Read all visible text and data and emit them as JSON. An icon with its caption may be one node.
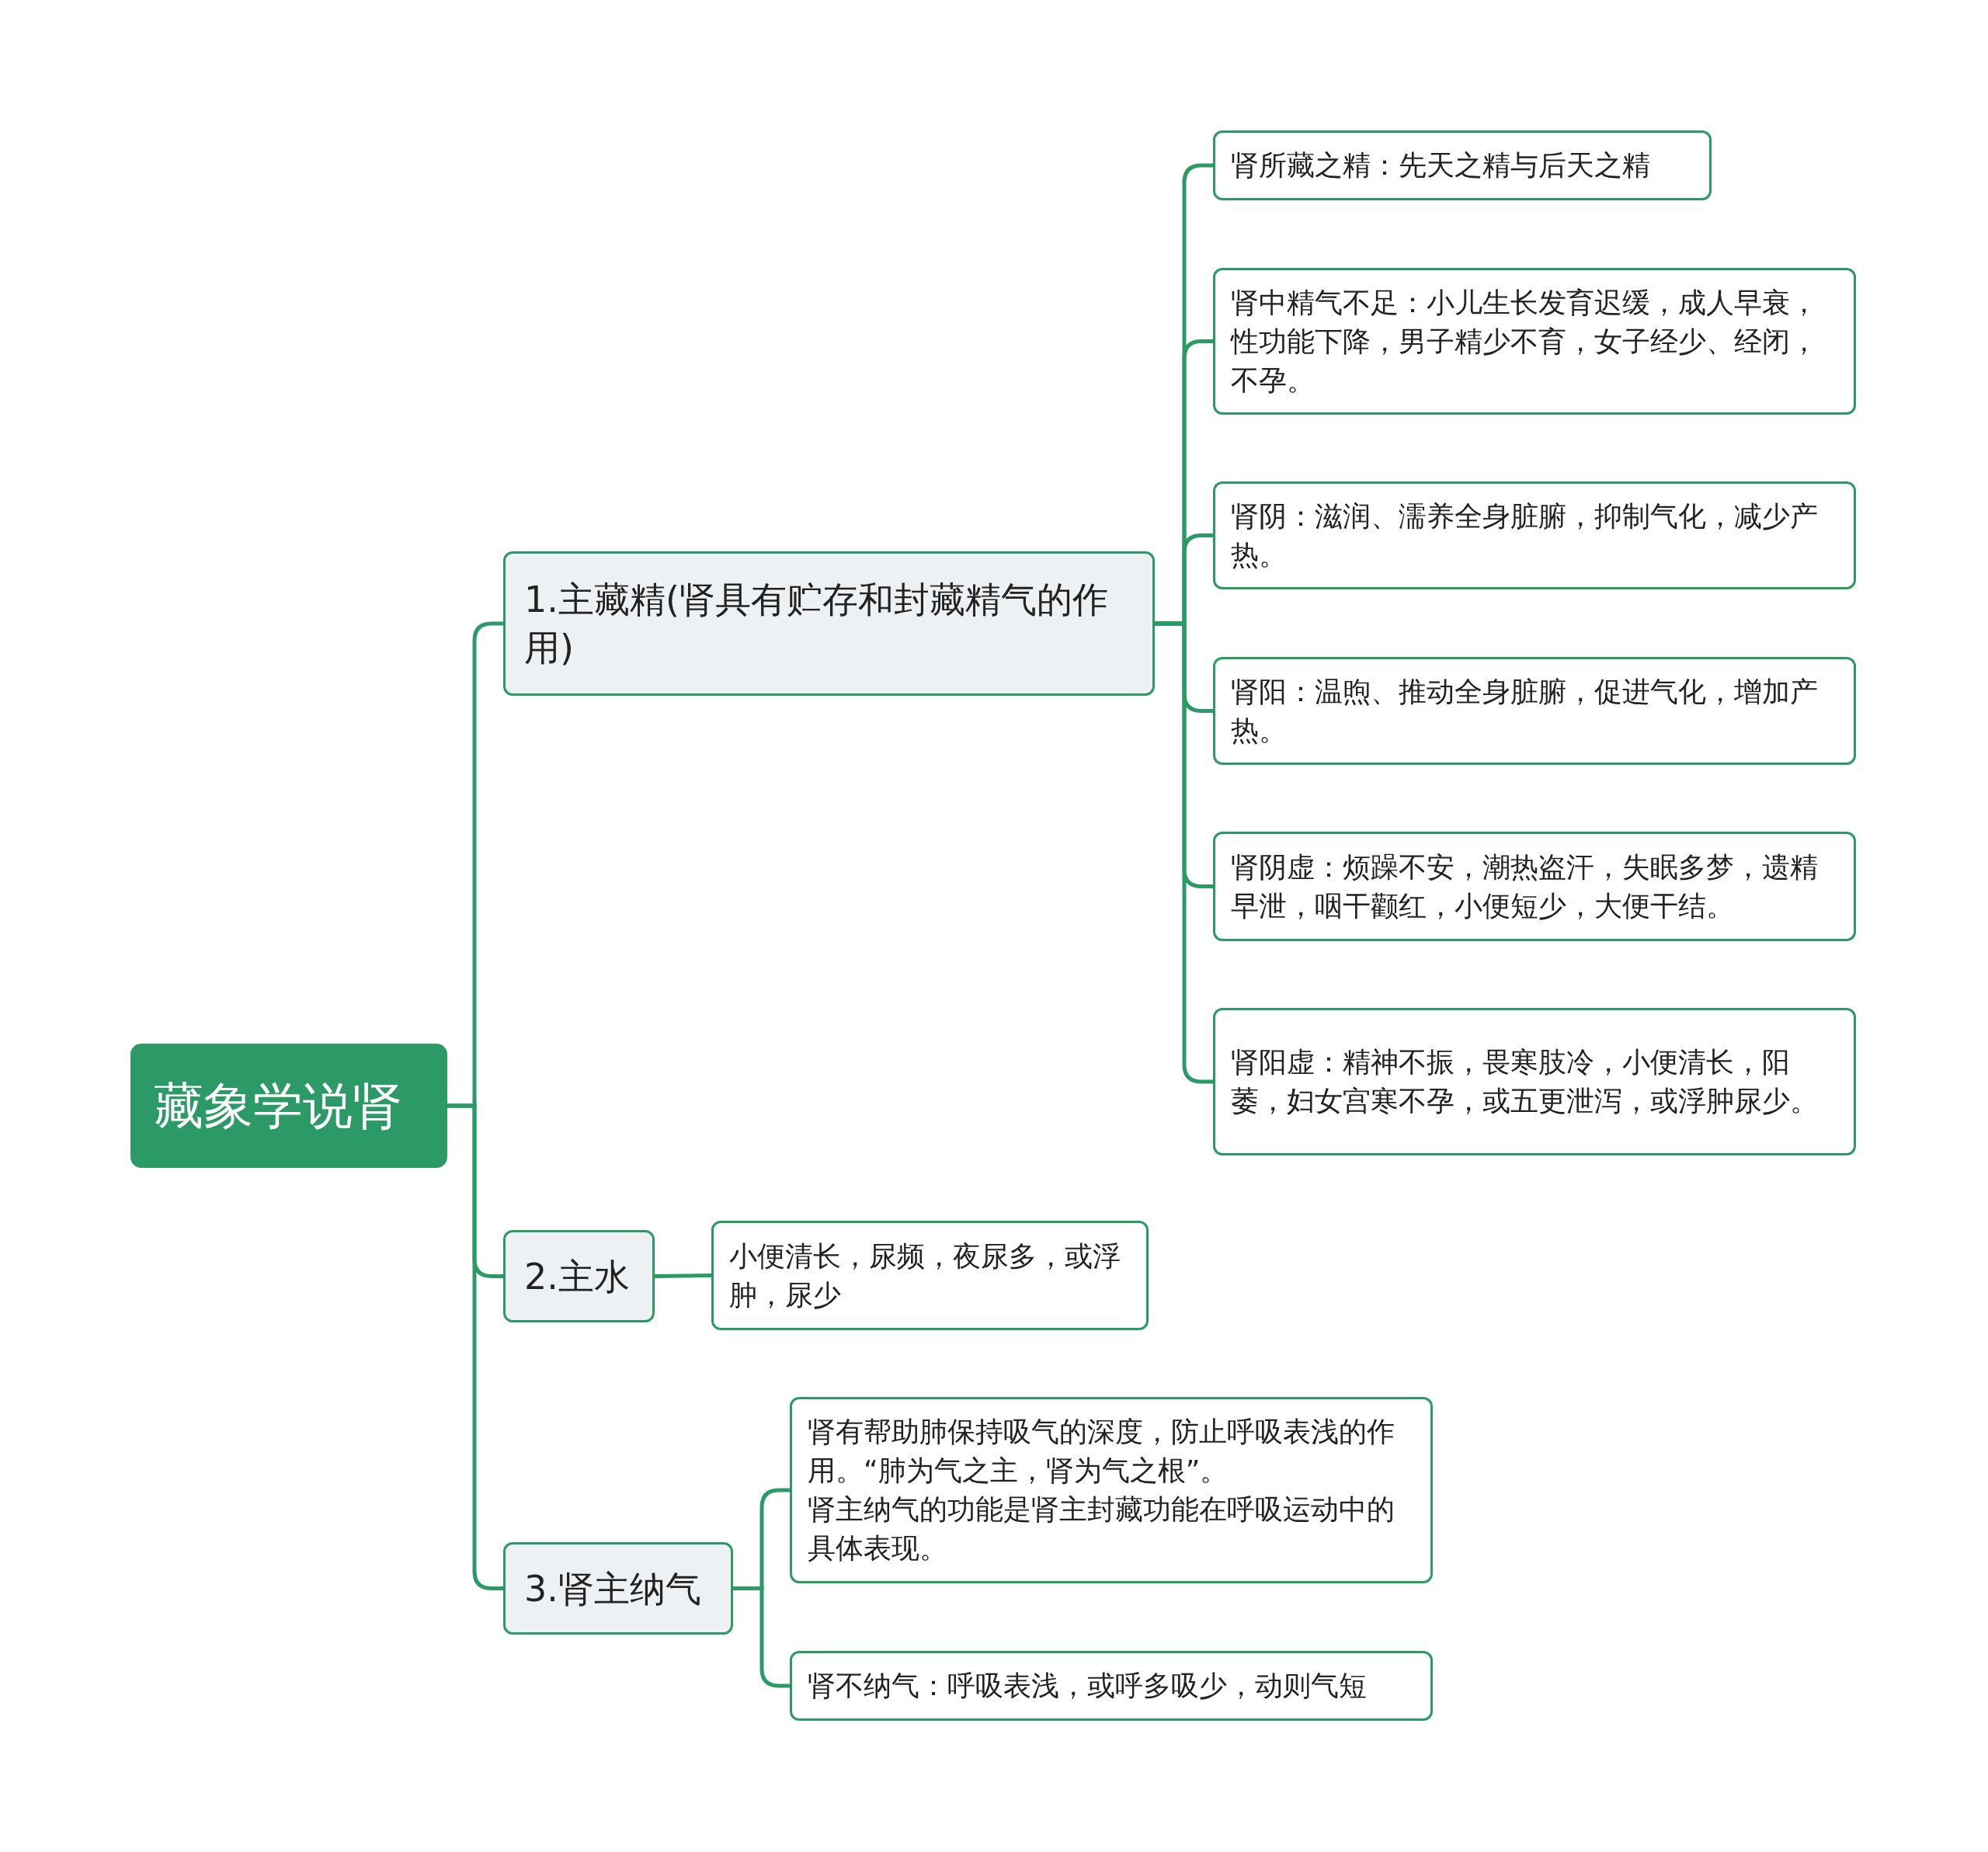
{
  "diagram": {
    "nodes": [
      {
        "text": [
          "藏象学说肾"
        ]
      },
      {
        "text": [
          "1.主藏精(肾具有贮存和封藏精气的作用)"
        ]
      },
      {
        "text": [
          "肾所藏之精：先天之精与后天之精"
        ]
      },
      {
        "text": [
          "肾中精气不足：小儿生长发育迟缓，成人早衰，性功能下降，男子精少不育，女子经少、经闭，不孕。"
        ]
      },
      {
        "text": [
          "肾阴：滋润、濡养全身脏腑，抑制气化，减少产热。"
        ]
      },
      {
        "text": [
          "肾阳：温煦、推动全身脏腑，促进气化，增加产热。"
        ]
      },
      {
        "text": [
          "肾阴虚：烦躁不安，潮热盗汗，失眠多梦，遗精早泄，咽干颧红，小便短少，大便干结。"
        ]
      },
      {
        "text": [
          "肾阳虚：精神不振，畏寒肢冷，小便清长，阳萎，妇女宫寒不孕，或五更泄泻，或浮肿尿少。"
        ]
      },
      {
        "text": [
          "2.主水"
        ]
      },
      {
        "text": [
          "小便清长，尿频，夜尿多，或浮肿，尿少"
        ]
      },
      {
        "text": [
          "3.肾主纳气"
        ]
      },
      {
        "text": [
          "肾有帮助肺保持吸气的深度，防止呼吸表浅的作用。“肺为气之主，肾为气之根”。",
          "肾主纳气的功能是肾主封藏功能在呼吸运动中的具体表现。"
        ]
      },
      {
        "text": [
          "肾不纳气：呼吸表浅，或呼多吸少，动则气短"
        ]
      }
    ],
    "edges": [
      {
        "from": 0,
        "to": 1,
        "arrow": "none"
      },
      {
        "from": 0,
        "to": 8,
        "arrow": "none"
      },
      {
        "from": 0,
        "to": 10,
        "arrow": "none"
      },
      {
        "from": 1,
        "to": 2,
        "arrow": "none"
      },
      {
        "from": 1,
        "to": 3,
        "arrow": "none"
      },
      {
        "from": 1,
        "to": 4,
        "arrow": "none"
      },
      {
        "from": 1,
        "to": 5,
        "arrow": "none"
      },
      {
        "from": 1,
        "to": 6,
        "arrow": "none"
      },
      {
        "from": 1,
        "to": 7,
        "arrow": "none"
      },
      {
        "from": 8,
        "to": 9,
        "arrow": "none"
      },
      {
        "from": 10,
        "to": 11,
        "arrow": "none"
      },
      {
        "from": 10,
        "to": 12,
        "arrow": "none"
      }
    ]
  }
}
